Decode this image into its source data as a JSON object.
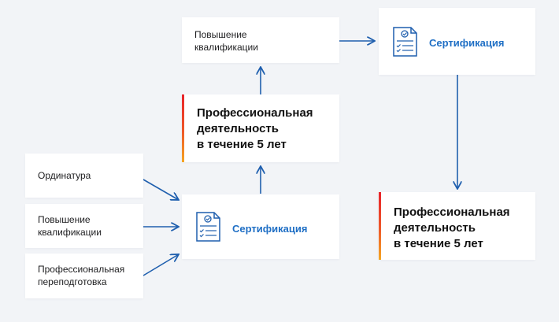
{
  "left_inputs": [
    {
      "label": "Ординатура"
    },
    {
      "label": "Повышение\nквалификации"
    },
    {
      "label": "Профессиональная\nпереподготовка"
    }
  ],
  "certification_first": {
    "label": "Сертификация",
    "icon": "certificate-document-icon"
  },
  "professional_activity_middle": {
    "label": "Профессиональная\nдеятельность\nв течение 5 лет"
  },
  "qualification_top": {
    "label": "Повышение\nквалификации"
  },
  "certification_top": {
    "label": "Сертификация",
    "icon": "certificate-document-icon"
  },
  "professional_activity_right": {
    "label": "Профессиональная\nдеятельность\nв течение 5 лет"
  },
  "colors": {
    "arrow": "#1f5fae",
    "accent_start": "#e8232a",
    "accent_end": "#f5a623",
    "certification_text": "#1f6fc5"
  }
}
